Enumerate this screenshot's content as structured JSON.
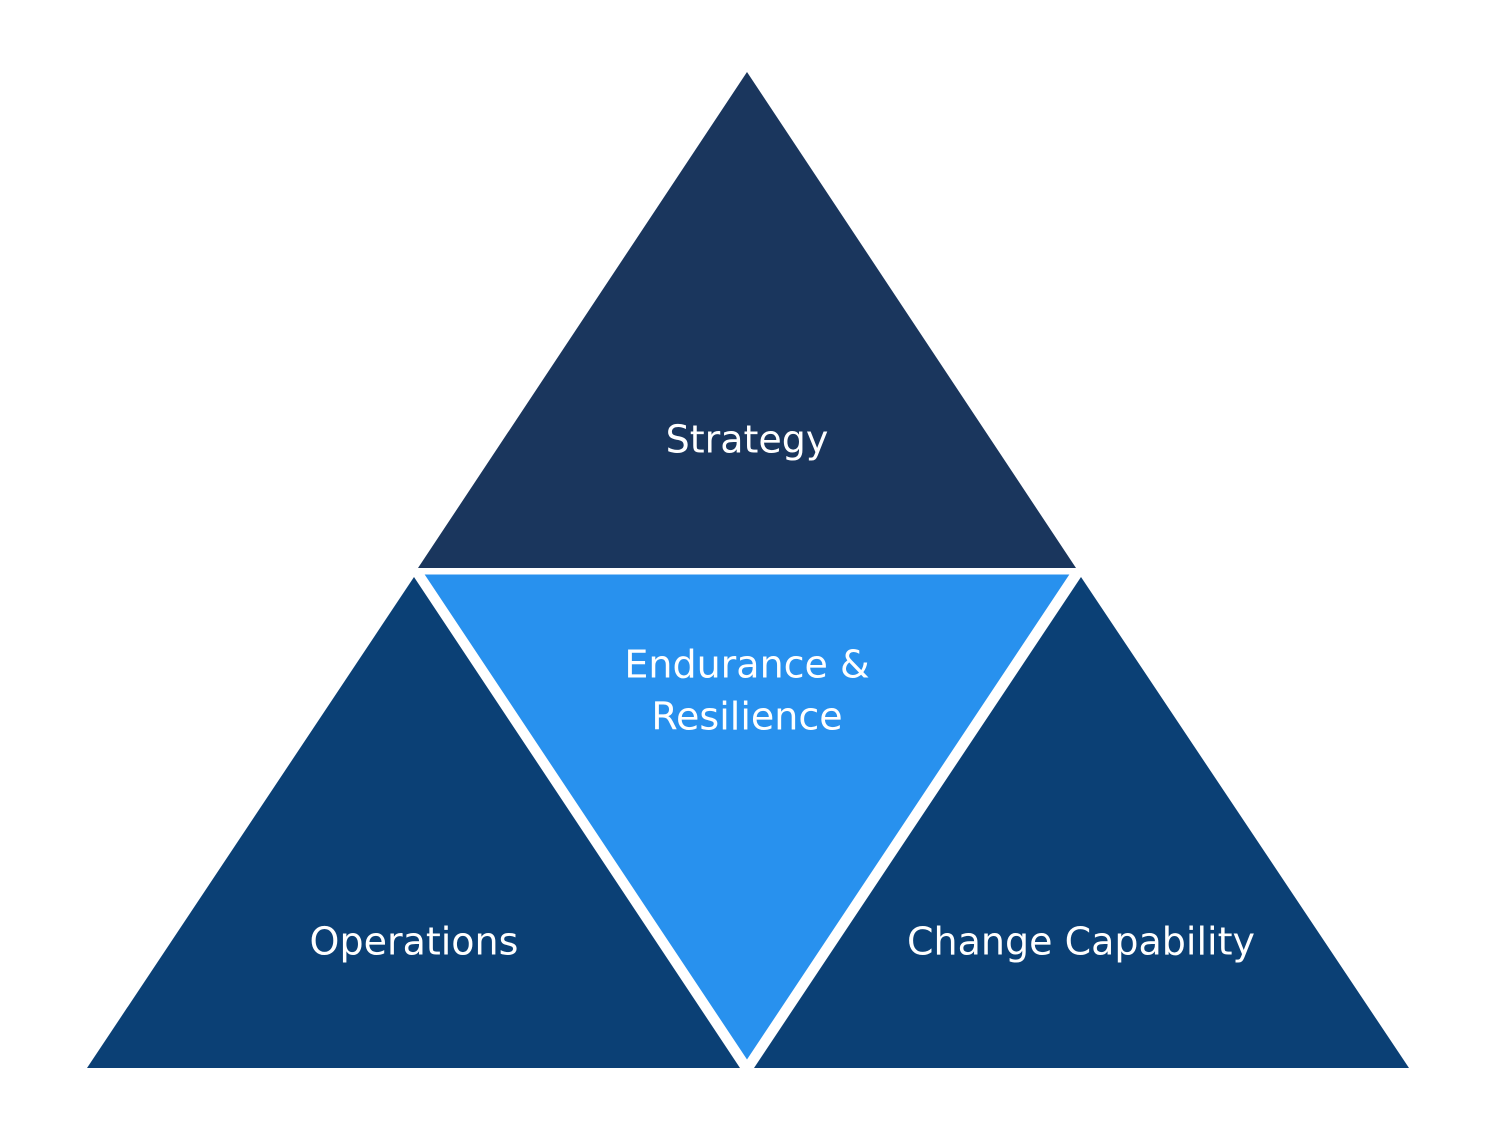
{
  "diagram": {
    "top": {
      "label": "Strategy",
      "color": "#1a365d"
    },
    "center": {
      "label_line1": "Endurance &",
      "label_line2": "Resilience",
      "color": "#2891ee"
    },
    "left": {
      "label": "Operations",
      "color": "#0b4075"
    },
    "right": {
      "label": "Change Capability",
      "color": "#0b4075"
    },
    "separator_color": "#ffffff"
  }
}
